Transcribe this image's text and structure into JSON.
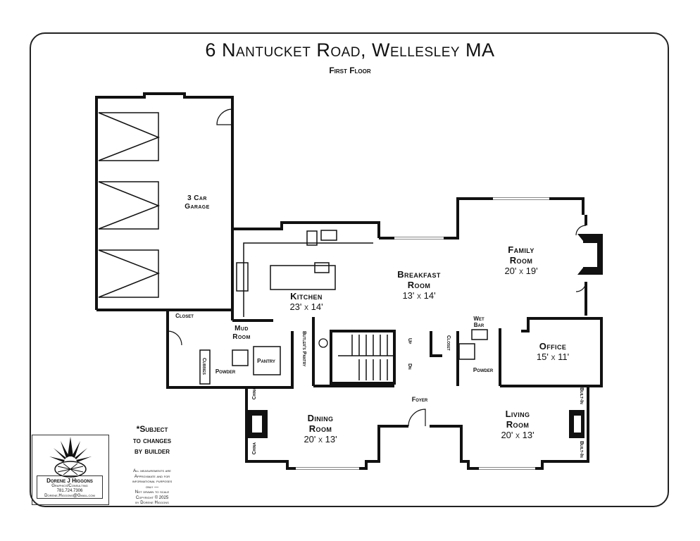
{
  "header": {
    "title": "6 Nantucket Road, Wellesley MA",
    "subtitle": "First Floor"
  },
  "rooms": {
    "garage": {
      "name": "3 Car",
      "name2": "Garage"
    },
    "kitchen": {
      "name": "Kitchen",
      "dims": "23' x 14'"
    },
    "breakfast": {
      "name": "Breakfast",
      "name2": "Room",
      "dims": "13' x 14'"
    },
    "family": {
      "name": "Family",
      "name2": "Room",
      "dims": "20' x 19'"
    },
    "office": {
      "name": "Office",
      "dims": "15' x 11'"
    },
    "dining": {
      "name": "Dining",
      "name2": "Room",
      "dims": "20' x 13'"
    },
    "living": {
      "name": "Living",
      "name2": "Room",
      "dims": "20' x 13'"
    },
    "mud": {
      "name": "Mud",
      "name2": "Room"
    }
  },
  "labels": {
    "closet_left": "Closet",
    "closet_right": "Closet",
    "cubbies": "Cubbies",
    "powder_left": "Powder",
    "powder_right": "Powder",
    "pantry": "Pantry",
    "butlers_pantry": "Butler's Pantry",
    "wet_bar": "Wet",
    "wet_bar2": "Bar",
    "foyer": "Foyer",
    "up": "Up",
    "dn": "Dn",
    "china_top": "China",
    "china_bottom": "China",
    "built_in_top": "Built-In",
    "built_in_bottom": "Built-In"
  },
  "notes": {
    "subject1": "*Subject",
    "subject2": "to changes",
    "subject3": "by builder",
    "disclaimer1": "All measurements are",
    "disclaimer2": "Approximate and for",
    "disclaimer3": "informational purposes",
    "disclaimer4": "only —",
    "disclaimer5": "Not drawn to scale",
    "disclaimer6": "Copyright © 2025",
    "disclaimer7": "by Dorene Higgons"
  },
  "logo": {
    "name": "Dorene J Higgons",
    "line1": "Graphics/Consulting",
    "line2": "781.724.7306",
    "line3": "Dorene.Higgons@Gmail.com"
  }
}
